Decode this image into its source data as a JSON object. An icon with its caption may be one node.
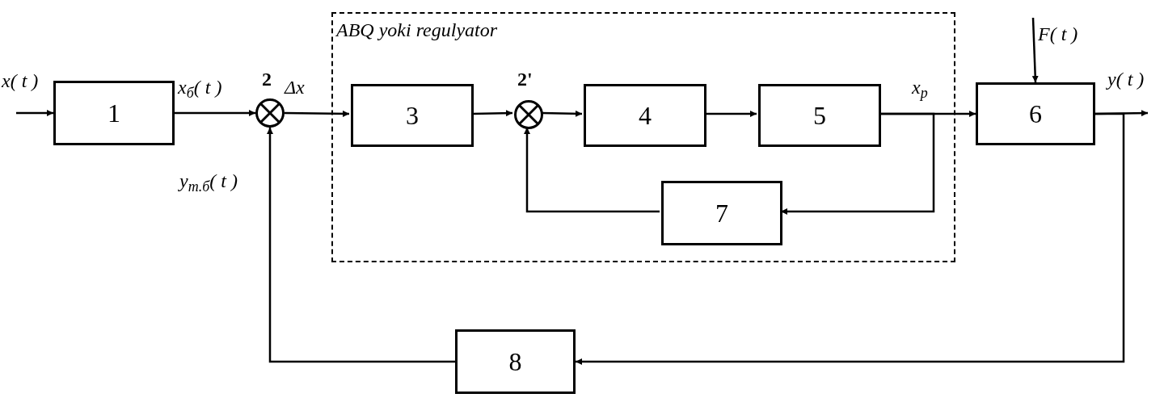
{
  "diagram": {
    "nodes": [
      {
        "text": [
          "ABQ yoki regulyator"
        ]
      },
      {
        "text": [
          "1"
        ]
      },
      {
        "text": [],
        "shape": "circle",
        "beside": [
          "2"
        ]
      },
      {
        "text": [
          "3"
        ],
        "in": 0
      },
      {
        "text": [],
        "shape": "circle",
        "in": 0,
        "beside": [
          "2'"
        ]
      },
      {
        "text": [
          "4"
        ],
        "in": 0
      },
      {
        "text": [
          "5"
        ],
        "in": 0
      },
      {
        "text": [
          "7"
        ],
        "in": 0
      },
      {
        "text": [
          "6"
        ]
      },
      {
        "text": [
          "8"
        ]
      }
    ],
    "edges": [
      {
        "from": null,
        "to": 1,
        "arrow": "to",
        "label": "x( t )"
      },
      {
        "from": 1,
        "to": 2,
        "arrow": "to",
        "label": "x$_{б}$( t )"
      },
      {
        "from": 2,
        "to": 3,
        "arrow": "to",
        "label": "Δx"
      },
      {
        "from": 3,
        "to": 4,
        "arrow": "to"
      },
      {
        "from": 4,
        "to": 5,
        "arrow": "to"
      },
      {
        "from": 5,
        "to": 6,
        "arrow": "to"
      },
      {
        "from": 6,
        "to": 8,
        "arrow": "to",
        "label": "x$_{p}$"
      },
      {
        "from": 6,
        "to": 7,
        "arrow": "to"
      },
      {
        "from": 7,
        "to": 4,
        "arrow": "to"
      },
      {
        "from": null,
        "to": 8,
        "arrow": "to",
        "label": "F( t )"
      },
      {
        "from": 8,
        "to": null,
        "arrow": "to",
        "label": "y( t )"
      },
      {
        "from": 8,
        "to": 9,
        "arrow": "to"
      },
      {
        "from": 9,
        "to": 2,
        "arrow": "to",
        "label": "y$_{m.б}$( t )"
      }
    ]
  }
}
